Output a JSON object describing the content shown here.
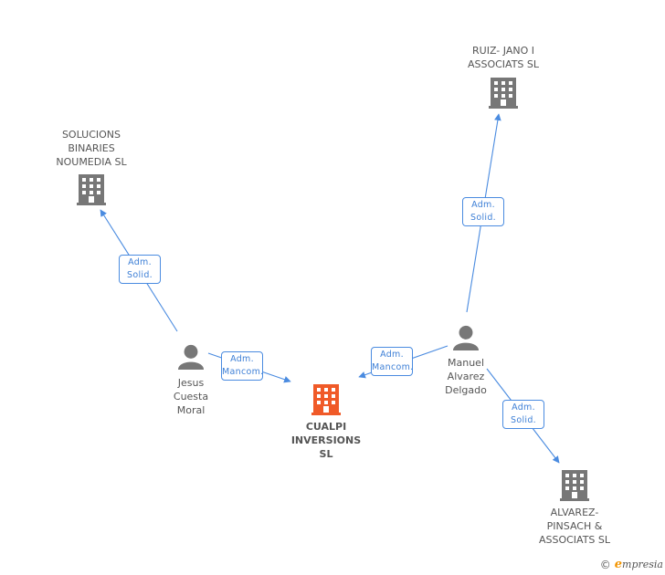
{
  "nodes": [
    {
      "id": "solucions",
      "type": "company",
      "label": "SOLUCIONS\nBINARIES\nNOUMEDIA SL",
      "color": "#777777"
    },
    {
      "id": "ruiz",
      "type": "company",
      "label": "RUIZ- JANO I\nASSOCIATS SL",
      "color": "#777777"
    },
    {
      "id": "jesus",
      "type": "person",
      "label": "Jesus\nCuesta\nMoral",
      "color": "#777777"
    },
    {
      "id": "manuel",
      "type": "person",
      "label": "Manuel\nAlvarez\nDelgado",
      "color": "#777777"
    },
    {
      "id": "cualpi",
      "type": "company",
      "label": "CUALPI\nINVERSIONS\nSL",
      "color": "#f05a28",
      "focus": true
    },
    {
      "id": "alvarez",
      "type": "company",
      "label": "ALVAREZ-\nPINSACH &\nASSOCIATS SL",
      "color": "#777777"
    }
  ],
  "relations": [
    {
      "from": "jesus",
      "to": "solucions",
      "label": "Adm.\nSolid."
    },
    {
      "from": "jesus",
      "to": "cualpi",
      "label": "Adm.\nMancom."
    },
    {
      "from": "manuel",
      "to": "cualpi",
      "label": "Adm.\nMancom."
    },
    {
      "from": "manuel",
      "to": "ruiz",
      "label": "Adm.\nSolid."
    },
    {
      "from": "manuel",
      "to": "alvarez",
      "label": "Adm.\nSolid."
    }
  ],
  "colors": {
    "edge": "#4a8be0",
    "edge_label_text": "#3d7fd6"
  },
  "footer": {
    "copyright": "©",
    "brand_initial": "e",
    "brand_rest": "mpresia"
  }
}
